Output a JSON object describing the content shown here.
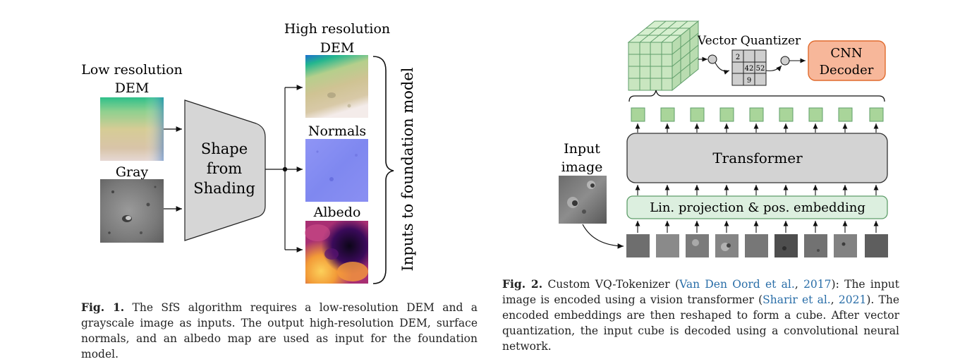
{
  "figure1": {
    "labels": {
      "low_res_dem": [
        "Low resolution",
        "DEM"
      ],
      "gray": "Gray",
      "sfs_box": [
        "Shape",
        "from",
        "Shading"
      ],
      "high_res_dem": [
        "High resolution",
        "DEM"
      ],
      "normals": "Normals",
      "albedo": "Albedo",
      "brace_label": "Inputs to foundation model"
    },
    "caption": {
      "fig_label": "Fig. 1.",
      "text": "The SfS algorithm requires a low-resolution DEM and a grayscale image as inputs. The output high-resolution DEM, surface normals, and an albedo map are used as input for the foundation model."
    }
  },
  "figure2": {
    "labels": {
      "vector_quantizer": "Vector Quantizer",
      "cnn_decoder": [
        "CNN",
        "Decoder"
      ],
      "grid_values": [
        "2",
        "",
        "",
        "",
        "42",
        "52",
        "",
        "9",
        ""
      ],
      "transformer": "Transformer",
      "projection": "Lin. projection & pos. embedding",
      "input_image": [
        "Input",
        "image"
      ]
    },
    "caption": {
      "fig_label": "Fig. 2.",
      "text_a": "Custom VQ-Tokenizer (",
      "cite1_name": "Van Den Oord et al.",
      "cite1_sep": ", ",
      "cite1_year": "2017",
      "text_b": "): The input image is encoded using a vision transformer (",
      "cite2_name": "Sharir et al.",
      "cite2_sep": ", ",
      "cite2_year": "2021",
      "text_c": "). The encoded embeddings are then reshaped to form a cube. After vector quantization, the input cube is decoded using a convolutional neural network."
    }
  },
  "colors": {
    "sfs_box_fill": "#d6d6d6",
    "transformer_fill": "#d3d3d3",
    "projection_fill": "#dcefdf",
    "projection_stroke": "#5f9e6a",
    "token_fill": "#a9d59a",
    "decoder_fill": "#f7b79a",
    "decoder_stroke": "#e06b2e",
    "cite_link": "#2a6ea8"
  }
}
